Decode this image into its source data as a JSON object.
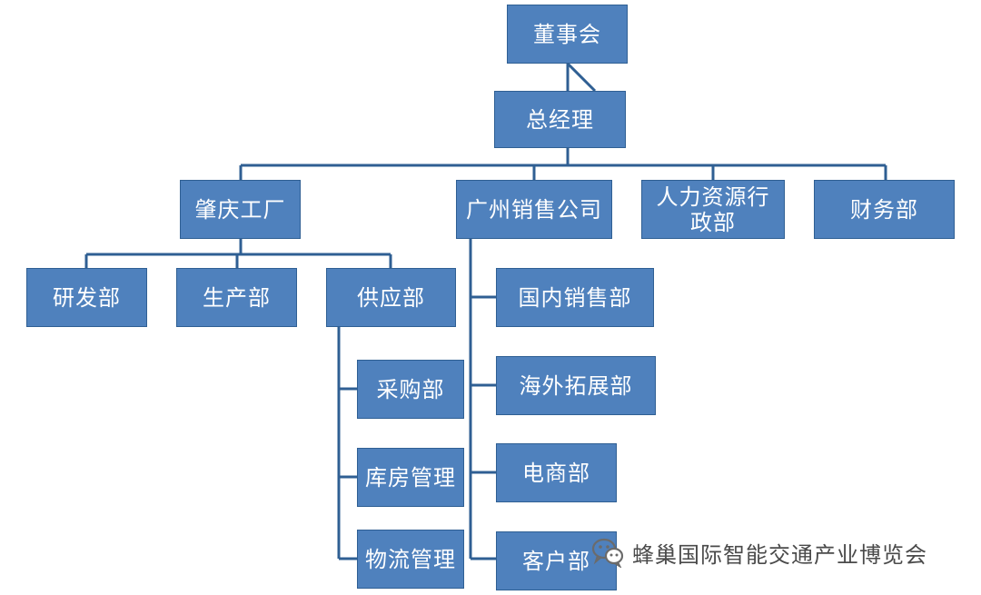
{
  "org": {
    "board": "董事会",
    "gm": "总经理",
    "zhaoqing_factory": "肇庆工厂",
    "guangzhou_sales": "广州销售公司",
    "hr_admin_line1": "人力资源行",
    "hr_admin_line2": "政部",
    "finance": "财务部",
    "rnd": "研发部",
    "production": "生产部",
    "supply": "供应部",
    "procurement": "采购部",
    "warehouse": "库房管理",
    "logistics": "物流管理",
    "domestic_sales": "国内销售部",
    "overseas": "海外拓展部",
    "ecommerce": "电商部",
    "customer": "客户部"
  },
  "watermark": {
    "text": "蜂巢国际智能交通产业博览会",
    "icon": "wechat-icon"
  },
  "colors": {
    "box_fill": "#4f81bd",
    "box_border": "#2f5f93",
    "connector": "#2f5f93",
    "text": "#ffffff"
  }
}
